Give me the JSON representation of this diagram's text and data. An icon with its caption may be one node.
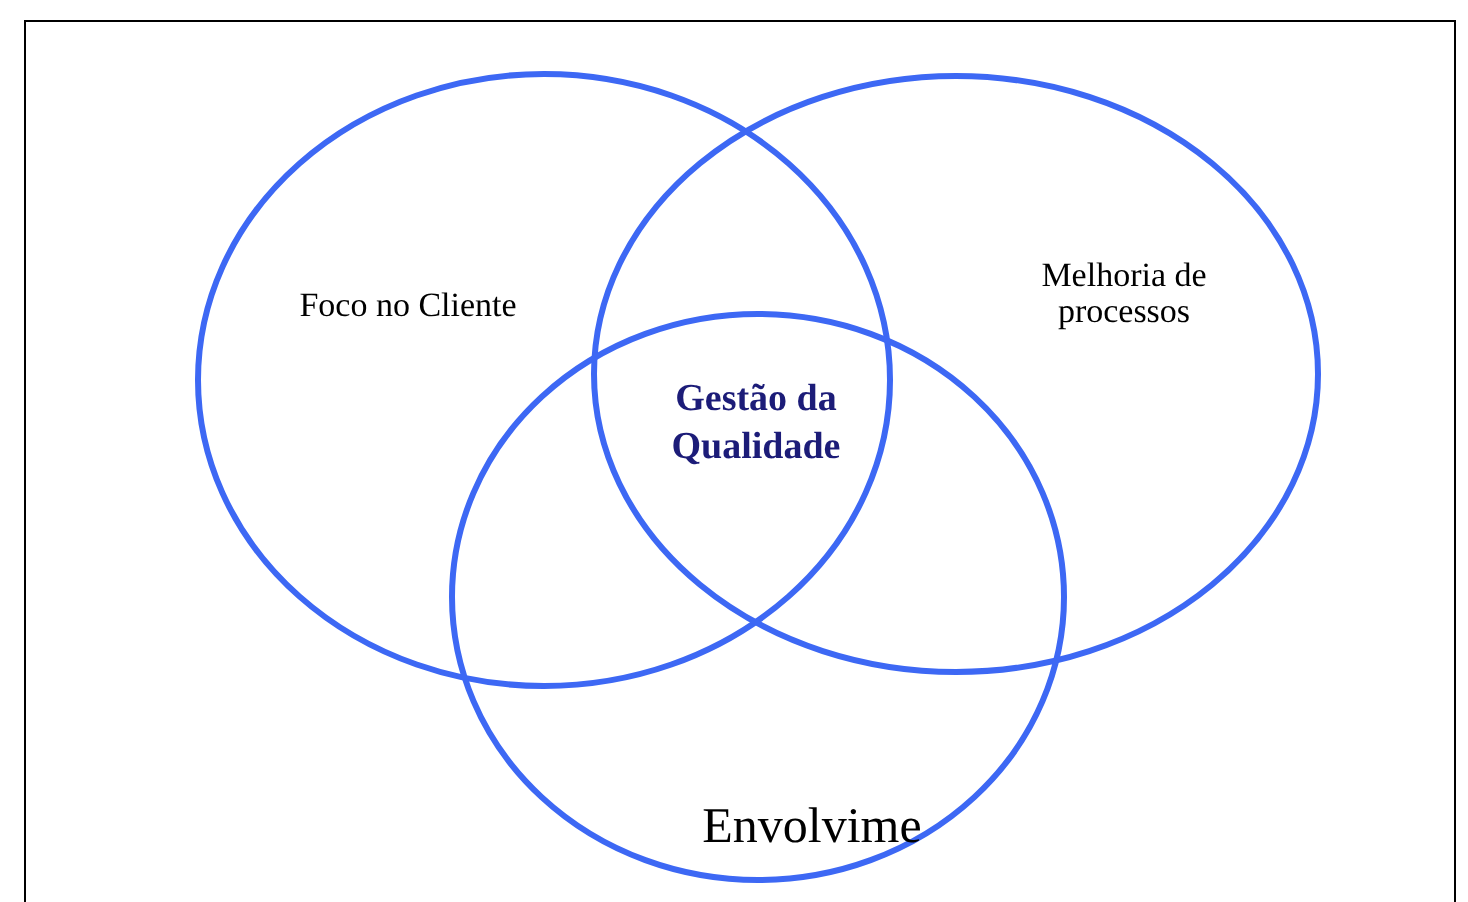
{
  "diagram": {
    "nodes": [
      {
        "text": [
          "Foco no Cliente"
        ]
      },
      {
        "text": [
          "Melhoria de processos"
        ]
      },
      {
        "text": [
          "Envolvime"
        ]
      }
    ],
    "labels": [
      "Gestão da Qualidade"
    ]
  }
}
